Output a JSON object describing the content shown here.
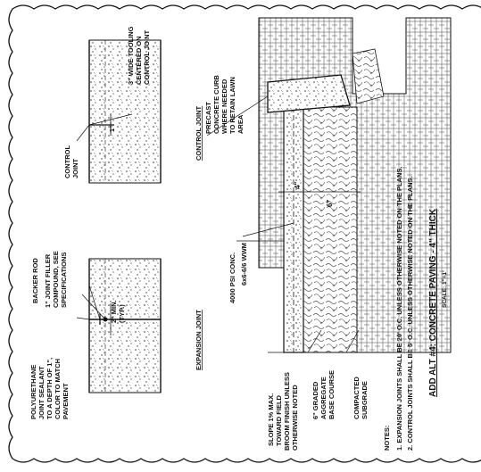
{
  "drawing": {
    "title": "ADD ALT #4: CONCRETE PAVING - 4\" THICK",
    "scale": "SCALE: 1\"=1'",
    "notes_heading": "NOTES:",
    "notes": [
      "1.  EXPANSION JOINTS SHALL BE 20' O.C. UNLESS OTHERWISE NOTED ON THE PLANS.",
      "2.  CONTROL JOINTS SHALL BE 5' O.C. UNLESS OTHERWISE NOTED ON THE PLANS."
    ],
    "section_labels": {
      "curb": [
        "PRECAST",
        "CONCRETE CURB",
        "WHERE NEEDED",
        "TO RETAIN LAWN",
        "AREA"
      ],
      "conc": "4000 PSI CONC.",
      "wwm": "6x6-6/6 WWM",
      "slope": [
        "SLOPE 1% MAX.",
        "TOWARD FIELD"
      ],
      "broom": [
        "BROOM FINISH UNLESS",
        "OTHERWISE NOTED"
      ],
      "base": [
        "6\" GRADED",
        "AGGREGATE",
        "BASE COURSE"
      ],
      "subgrade": [
        "COMPACTED",
        "SUBGRADE"
      ],
      "dim_4": "4\"",
      "dim_6": "6\""
    },
    "control_joint": {
      "title": "CONTROL JOINT",
      "tooling": [
        "3\" WIDE TOOLING",
        "CENTERED ON",
        "CONTROL JOINT"
      ],
      "joint": [
        "CONTROL",
        "JOINT"
      ],
      "dim": "1\""
    },
    "expansion_joint": {
      "title": "EXPANSION JOINT",
      "backer_rod": "BACKER ROD",
      "filler": [
        "1\" JOINT FILLER",
        "COMPOUND, SEE",
        "SPECIFICATIONS"
      ],
      "sealant": [
        "POLYURETHANE",
        "JOINT SEALANT",
        "TO A DEPTH OF 1\",",
        "COLOR TO MATCH",
        "PAVEMENT"
      ],
      "min": [
        "2\" MIN.",
        "(TYP.)"
      ]
    }
  }
}
